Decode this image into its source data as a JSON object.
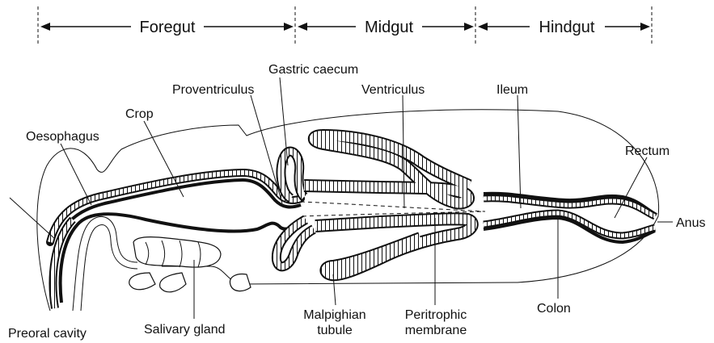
{
  "regions": {
    "foregut": "Foregut",
    "midgut": "Midgut",
    "hindgut": "Hindgut"
  },
  "labels": {
    "gastric_caecum": "Gastric caecum",
    "proventriculus": "Proventriculus",
    "ventriculus": "Ventriculus",
    "ileum": "Ileum",
    "crop": "Crop",
    "oesophagus": "Oesophagus",
    "rectum": "Rectum",
    "anus": "Anus",
    "preoral_cavity": "Preoral cavity",
    "salivary_gland": "Salivary gland",
    "malpighian_line1": "Malpighian",
    "malpighian_line2": "tubule",
    "peritrophic_line1": "Peritrophic",
    "peritrophic_line2": "membrane",
    "colon": "Colon"
  }
}
